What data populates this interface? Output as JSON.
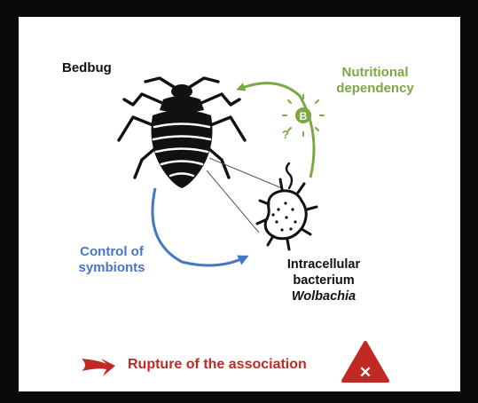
{
  "labels": {
    "bedbug": "Bedbug",
    "nutritional_line1": "Nutritional",
    "nutritional_line2": "dependency",
    "vitamin_letter": "B",
    "question_mark": "?",
    "control_line1": "Control of",
    "control_line2": "symbionts",
    "bacterium_line1": "Intracellular",
    "bacterium_line2": "bacterium",
    "bacterium_line3": "Wolbachia",
    "rupture": "Rupture of the association",
    "warning_symbol": "✕"
  },
  "colors": {
    "frame": "#0a0a0a",
    "green": "#7aa843",
    "blue": "#4677c4",
    "red": "#c02a23",
    "ink": "#111111"
  },
  "icons": [
    "bedbug-icon",
    "vitamin-b-icon",
    "bacterium-icon",
    "red-arrow-icon",
    "warning-triangle-icon"
  ]
}
